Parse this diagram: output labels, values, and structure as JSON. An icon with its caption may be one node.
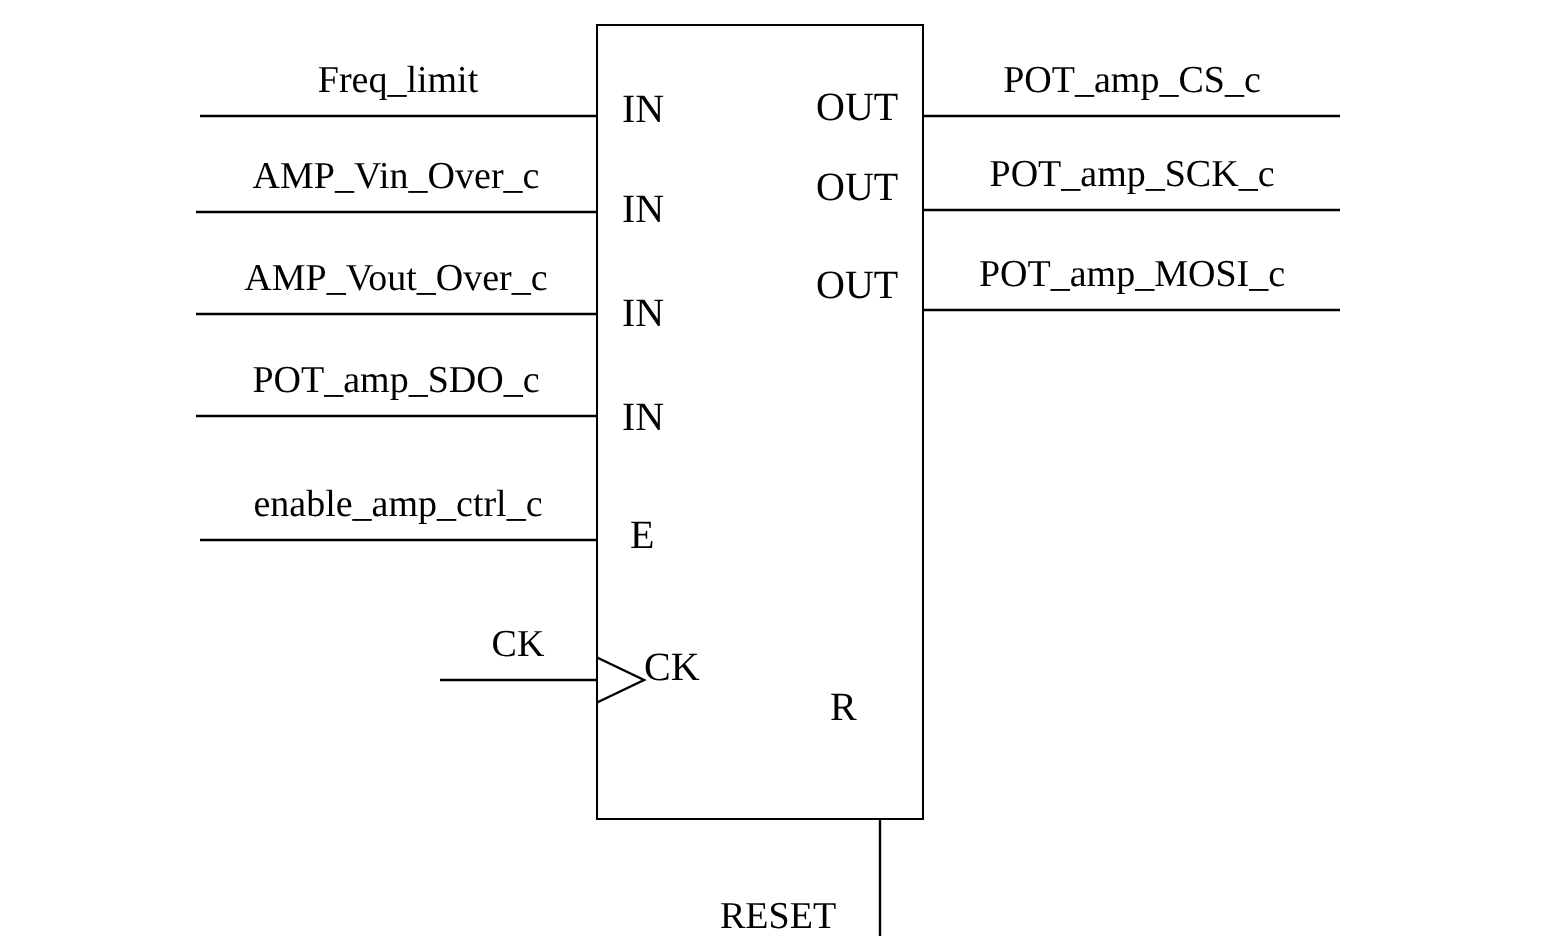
{
  "diagram": {
    "nodes": [
      {
        "text": [
          "IN",
          "OUT",
          "IN",
          "OUT",
          "IN",
          "OUT",
          "IN",
          "E",
          "CK",
          "R"
        ]
      },
      {
        "text": [
          "Freq_limit"
        ]
      },
      {
        "text": [
          "AMP_Vin_Over_c"
        ]
      },
      {
        "text": [
          "AMP_Vout_Over_c"
        ]
      },
      {
        "text": [
          "POT_amp_SDO_c"
        ]
      },
      {
        "text": [
          "enable_amp_ctrl_c"
        ]
      },
      {
        "text": [
          "CK"
        ]
      },
      {
        "text": [
          "POT_amp_CS_c"
        ]
      },
      {
        "text": [
          "POT_amp_SCK_c"
        ]
      },
      {
        "text": [
          "POT_amp_MOSI_c"
        ]
      },
      {
        "text": [
          "RESET"
        ]
      }
    ],
    "edges": [
      {
        "from": 1,
        "to": 0,
        "arrow": "none"
      },
      {
        "from": 2,
        "to": 0,
        "arrow": "none"
      },
      {
        "from": 3,
        "to": 0,
        "arrow": "none"
      },
      {
        "from": 4,
        "to": 0,
        "arrow": "none"
      },
      {
        "from": 5,
        "to": 0,
        "arrow": "none"
      },
      {
        "from": 6,
        "to": 0,
        "arrow": "to"
      },
      {
        "from": 0,
        "to": 7,
        "arrow": "none"
      },
      {
        "from": 0,
        "to": 8,
        "arrow": "none"
      },
      {
        "from": 0,
        "to": 9,
        "arrow": "none"
      },
      {
        "from": 0,
        "to": 10,
        "arrow": "none"
      }
    ]
  }
}
